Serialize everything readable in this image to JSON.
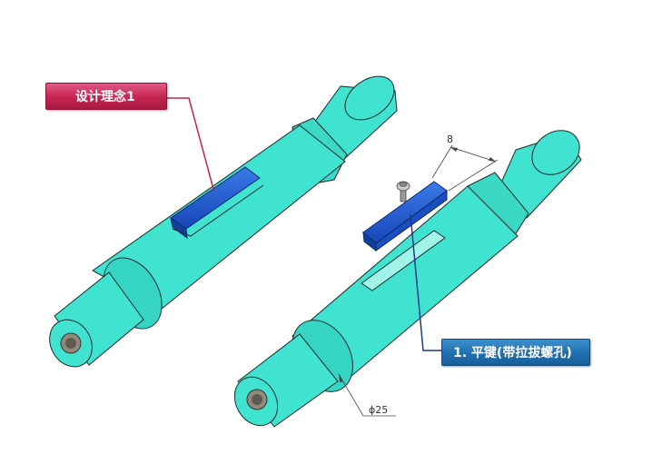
{
  "labels": {
    "design_concept": "设计理念1",
    "key_part": "1. 平键(带拉拔螺孔)"
  },
  "dimensions": {
    "key_width": "8",
    "shaft_diameter": "ϕ25"
  },
  "colors": {
    "shaft": "#3fe3cf",
    "key": "#1f5fd0",
    "design_tag": "#c4244f",
    "key_tag": "#1f6fb0"
  }
}
